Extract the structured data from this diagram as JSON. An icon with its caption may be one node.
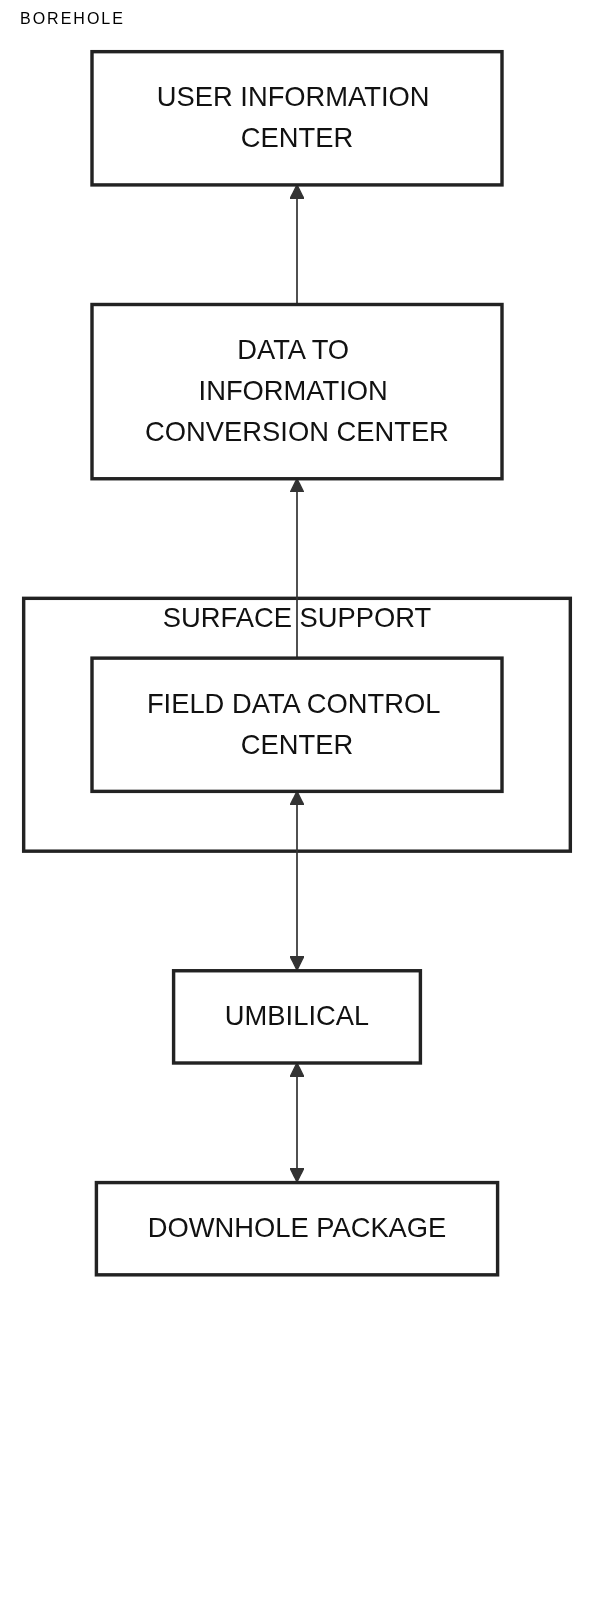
{
  "diagram": {
    "nodes": [
      {
        "text": [
          "DOWNHOLE PACKAGE"
        ]
      },
      {
        "text": [
          "UMBILICAL"
        ]
      },
      {
        "text": [
          "SURFACE SUPPORT"
        ]
      },
      {
        "text": [
          "FIELD DATA CONTROL CENTER"
        ],
        "in": 2
      },
      {
        "text": [
          "DATA TO INFORMATION CONVERSION CENTER"
        ]
      },
      {
        "text": [
          "USER INFORMATION CENTER"
        ]
      }
    ],
    "edges": [
      {
        "from": 0,
        "to": 1,
        "arrow": "both"
      },
      {
        "from": 1,
        "to": 3,
        "arrow": "both"
      },
      {
        "from": 3,
        "to": 4,
        "arrow": "to"
      },
      {
        "from": 4,
        "to": 5,
        "arrow": "to"
      }
    ],
    "labels": [
      "BOREHOLE"
    ]
  }
}
